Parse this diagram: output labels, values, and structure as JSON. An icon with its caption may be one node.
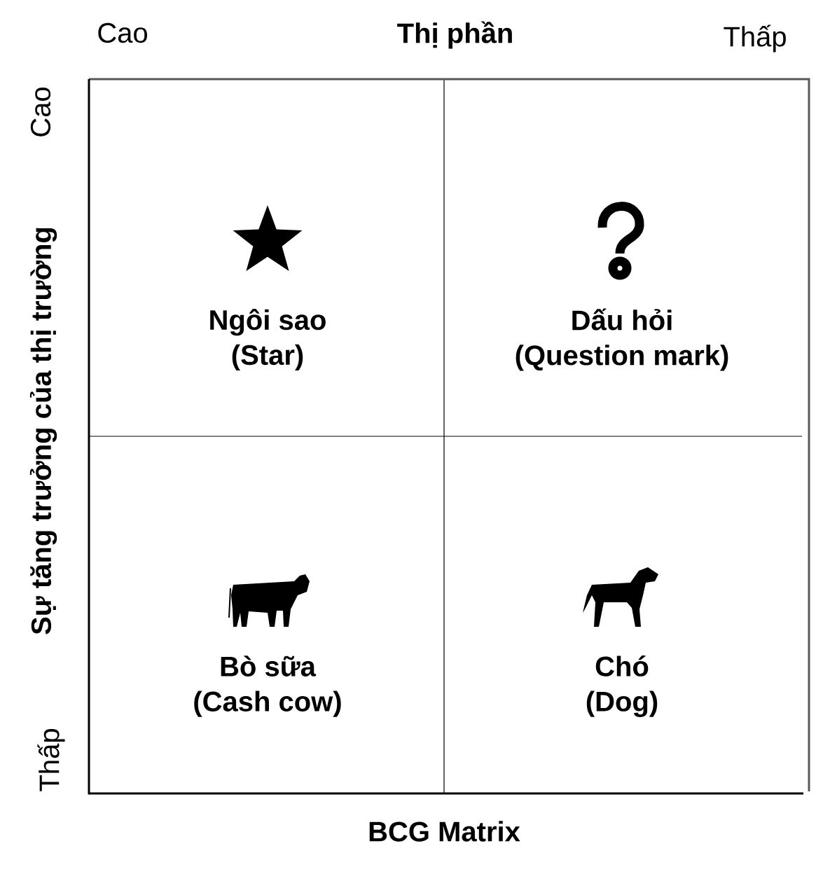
{
  "diagram": {
    "caption": "BCG Matrix",
    "nodes": [
      {
        "text": [
          "Ngôi sao",
          "(Star)"
        ]
      },
      {
        "text": [
          "Dấu hỏi",
          "(Question mark)"
        ]
      },
      {
        "text": [
          "Bò sữa",
          "(Cash cow)"
        ]
      },
      {
        "text": [
          "Chó",
          "(Dog)"
        ]
      }
    ],
    "labels": [
      "Cao",
      "Thị phần",
      "Thấp",
      "Cao",
      "Sự tăng trưởng của thị trường",
      "Thấp"
    ]
  }
}
